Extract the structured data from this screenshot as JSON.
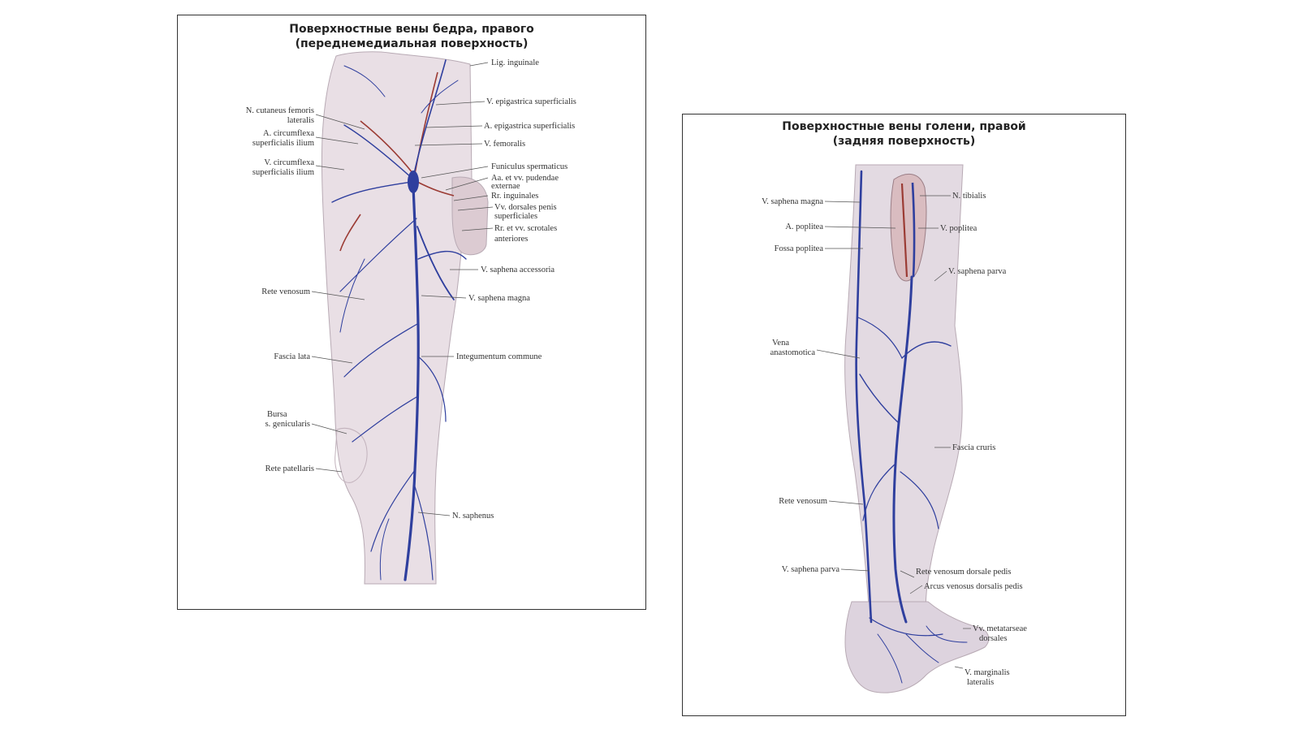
{
  "thigh_panel": {
    "title_line1": "Поверхностные вены бедра, правого",
    "title_line2": "(переднемедиальная поверхность)",
    "labels": {
      "lig_inguinale": "Lig. inguinale",
      "n_cutaneus_1": "N. cutaneus femoris",
      "n_cutaneus_2": "lateralis",
      "a_circumflexa_1": "A. circumflexa",
      "a_circumflexa_2": "superficialis ilium",
      "v_circumflexa_1": "V. circumflexa",
      "v_circumflexa_2": "superficialis ilium",
      "v_epigastrica": "V. epigastrica superficialis",
      "a_epigastrica": "A. epigastrica superficialis",
      "v_femoralis": "V. femoralis",
      "funiculus": "Funiculus spermaticus",
      "aa_pudendae_1": "Aa. et vv. pudendae",
      "aa_pudendae_2": "externae",
      "rr_inguinales": "Rr. inguinales",
      "vv_dorsales_1": "Vv. dorsales penis",
      "vv_dorsales_2": "superficiales",
      "rr_scrotales_1": "Rr. et vv. scrotales",
      "rr_scrotales_2": "anteriores",
      "v_saphena_accessoria": "V. saphena accessoria",
      "rete_venosum": "Rete venosum",
      "v_saphena_magna": "V. saphena magna",
      "fascia_lata": "Fascia lata",
      "integumentum": "Integumentum commune",
      "bursa_1": "Bursa",
      "bursa_2": "s. genicularis",
      "rete_patellaris": "Rete patellaris",
      "n_saphenus": "N. saphenus"
    }
  },
  "calf_panel": {
    "title_line1": "Поверхностные вены голени, правой",
    "title_line2": "(задняя поверхность)",
    "labels": {
      "v_saphena_magna": "V. saphena magna",
      "n_tibialis": "N. tibialis",
      "a_poplitea": "A. poplitea",
      "v_poplitea": "V. poplitea",
      "fossa_poplitea": "Fossa poplitea",
      "v_saphena_parva": "V. saphena parva",
      "vena_1": "Vena",
      "vena_2": "anastomotica",
      "fascia_cruris": "Fascia cruris",
      "rete_venosum": "Rete venosum",
      "v_saphena_parva_2": "V. saphena parva",
      "rete_dorsale": "Rete venosum dorsale pedis",
      "arcus": "Arcus venosus dorsalis pedis",
      "vv_metatarseae_1": "Vv. metatarseae",
      "vv_metatarseae_2": "dorsales",
      "v_marginalis_1": "V. marginalis",
      "v_marginalis_2": "lateralis"
    }
  },
  "colors": {
    "vein": "#2f3f9e",
    "skin": "#e7dce2",
    "artery": "#9b3b34"
  }
}
